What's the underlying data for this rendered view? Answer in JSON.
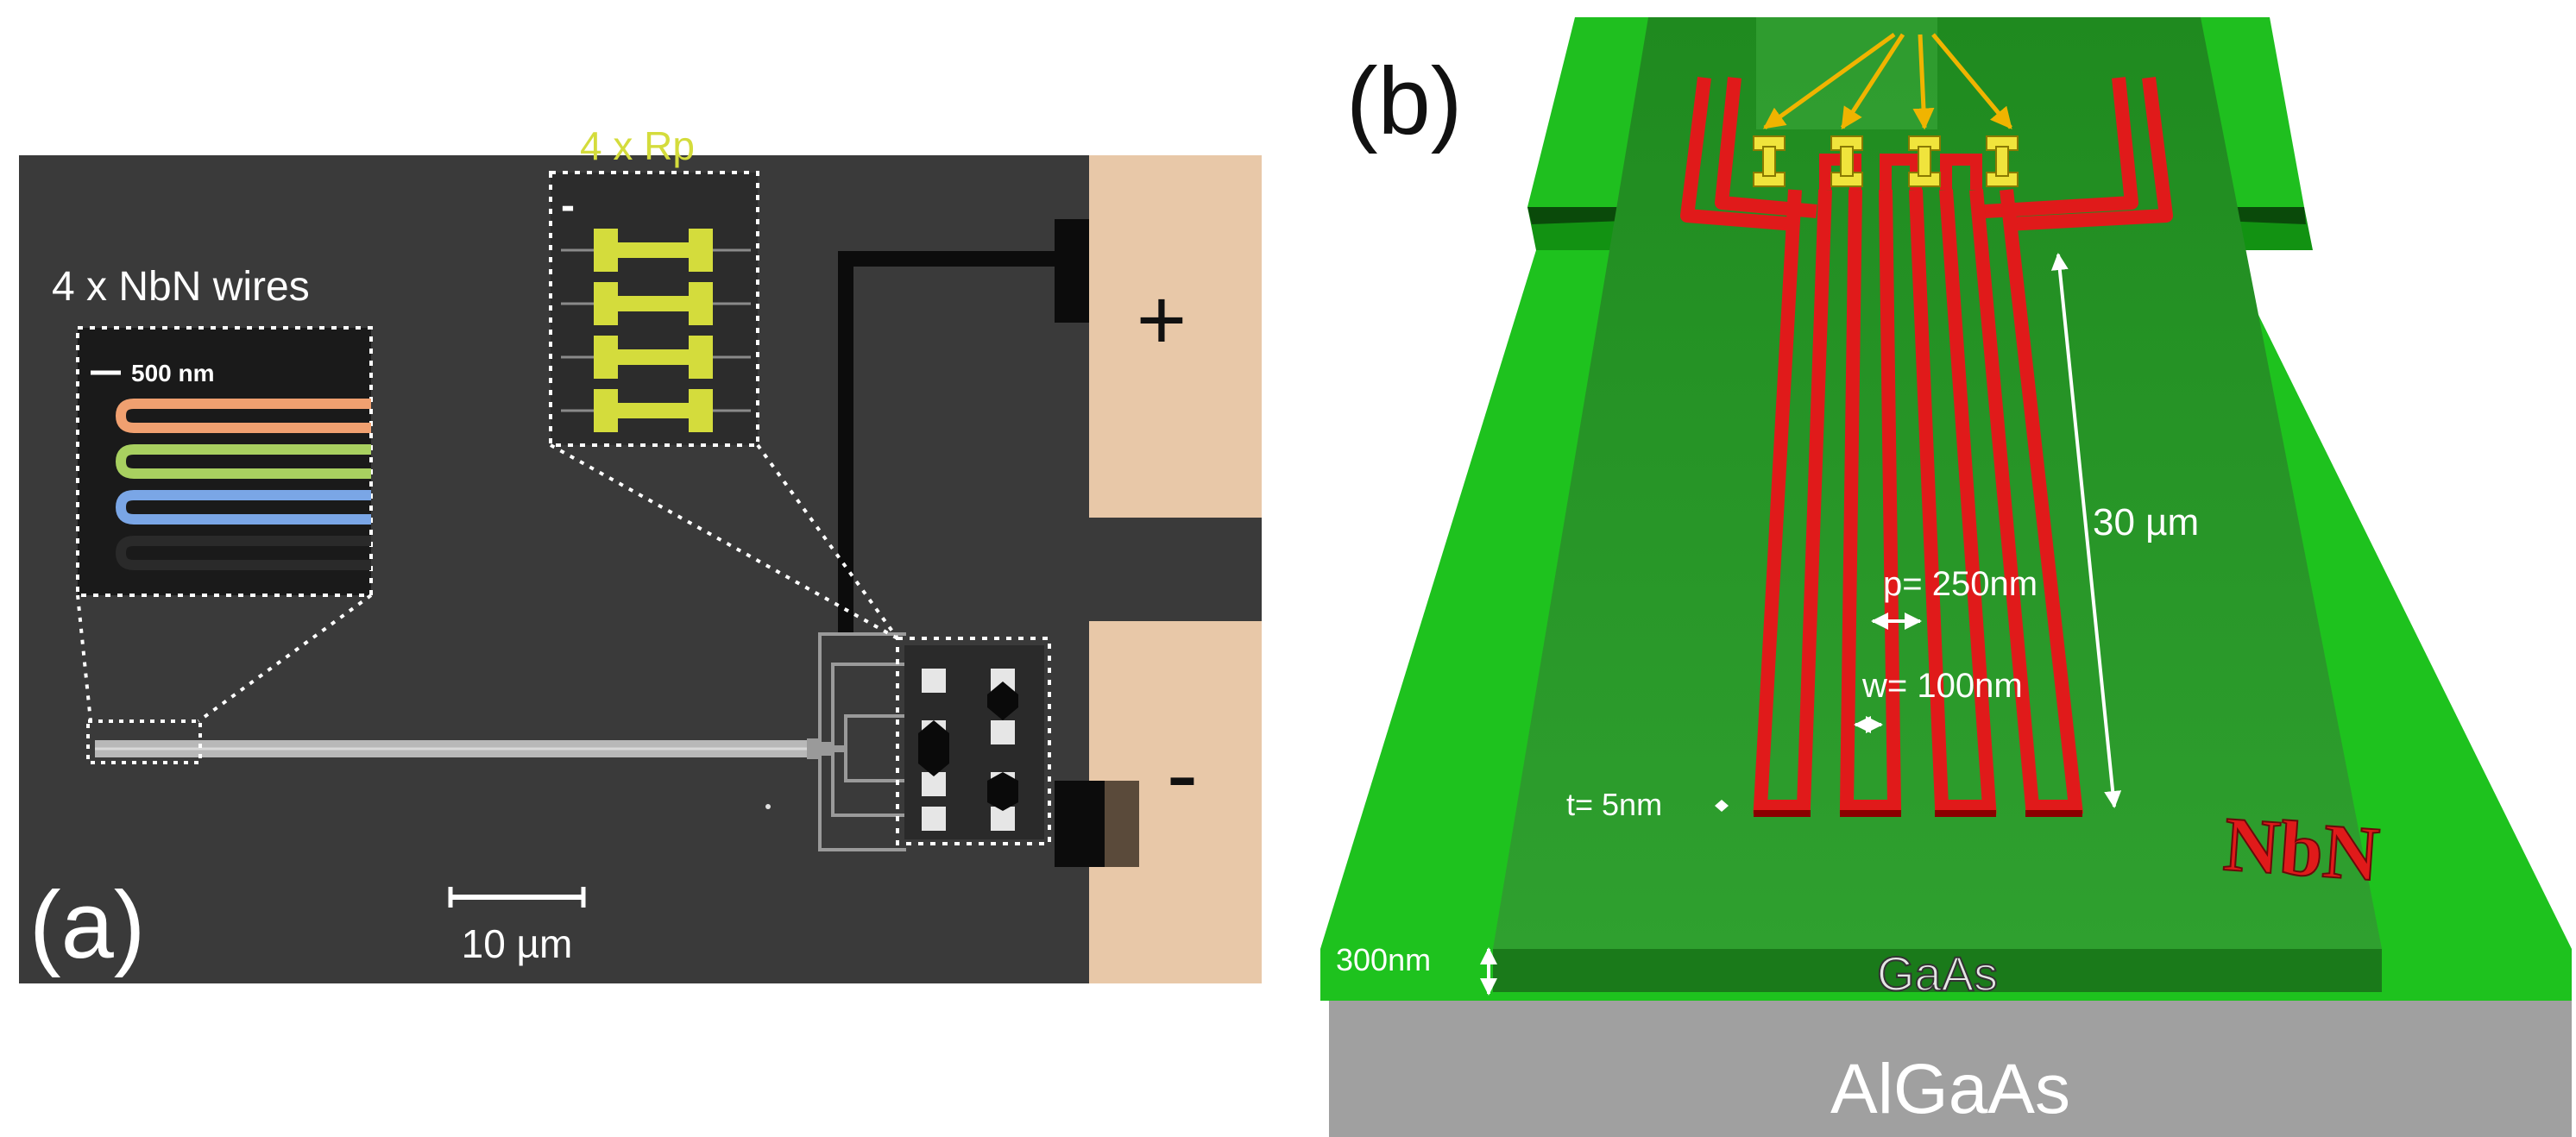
{
  "panel_a": {
    "label": "(a)",
    "wires_title": "4 x NbN wires",
    "rp_title": "4 x Rp",
    "inset_scale_label": "500 nm",
    "scale_label": "10 µm",
    "plus_label": "+",
    "minus_label": "-",
    "rp_minus_label": "-",
    "wire_colors": [
      "#f0a070",
      "#a8d060",
      "#7aa6e6",
      "#2a2a2a"
    ],
    "resistor_color": "#d4dc3c",
    "pad_color": "#e8c8a8",
    "background_color": "#3a3a3a"
  },
  "panel_b": {
    "label": "(b)",
    "length_label": "30 µm",
    "pitch_label": "p= 250nm",
    "width_label": "w= 100nm",
    "thickness_label": "t= 5nm",
    "gaas_thickness_label": "300nm",
    "material_label": "NbN",
    "gaas_label": "GaAs",
    "algaas_label": "AlGaAs",
    "green_color": "#1ec21e",
    "nbn_color": "#e01a1a",
    "resistor_color": "#f0e43c",
    "arrow_color": "#f0b400",
    "algaas_color": "#a0a0a0"
  }
}
